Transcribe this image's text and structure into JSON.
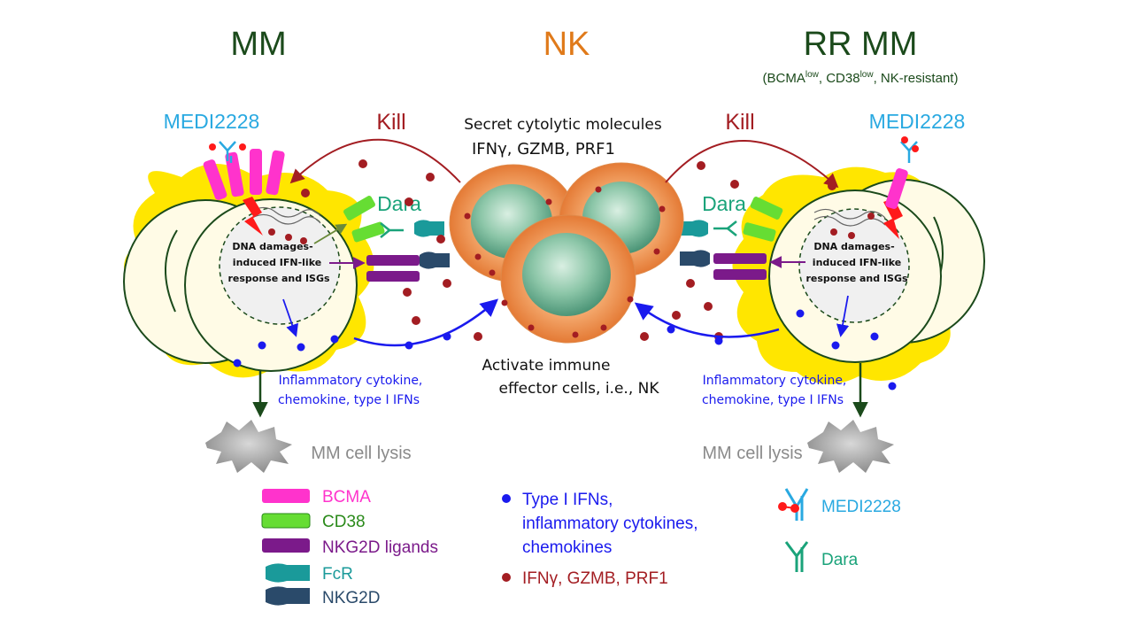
{
  "titles": {
    "mm": "MM",
    "nk": "NK",
    "rrmm": "RR MM",
    "rrmm_subtitle_parts": [
      "(BCMA",
      "low",
      ", CD38",
      "low",
      ", NK-resistant)"
    ]
  },
  "labels": {
    "medi_left": "MEDI2228",
    "medi_right": "MEDI2228",
    "kill_left": "Kill",
    "kill_right": "Kill",
    "dara_left": "Dara",
    "dara_right": "Dara",
    "secret_line1": "Secret cytolytic molecules",
    "secret_line2": "IFNγ, GZMB, PRF1",
    "activate_line1": "Activate immune",
    "activate_line2": "effector cells, i.e., NK",
    "dna_line1": "DNA damages-",
    "dna_line2": "induced IFN-like",
    "dna_line3": "response and ISGs",
    "cyto_line1": "Inflammatory cytokine,",
    "cyto_line2": "chemokine, type I IFNs",
    "lysis_left": "MM cell lysis",
    "lysis_right": "MM cell lysis"
  },
  "legend": {
    "bcma": "BCMA",
    "cd38": "CD38",
    "nkg2d_ligands": "NKG2D ligands",
    "fcr": "FcR",
    "nkg2d": "NKG2D",
    "blue_dot_line1": "Type I IFNs,",
    "blue_dot_line2": "inflammatory cytokines,",
    "blue_dot_line3": "chemokines",
    "red_dot": "IFNγ, GZMB, PRF1",
    "medi": "MEDI2228",
    "dara": "Dara"
  },
  "colors": {
    "title_green": "#1b4a1b",
    "nk_orange": "#e07a1a",
    "medi_cyan": "#29a9e1",
    "kill_red": "#a31d22",
    "dara_green": "#1aa37a",
    "bcma_magenta": "#ff33cc",
    "cd38_green": "#66dd33",
    "nkg2d_lig_purple": "#7b1a8a",
    "fcr_teal": "#1a9a9a",
    "nkg2d_blue": "#2a4a6a",
    "blue_dot": "#1a1aee",
    "red_dot": "#a31d22",
    "yellow_halo": "#ffe600",
    "lysis_gray": "#8a8a8a"
  }
}
